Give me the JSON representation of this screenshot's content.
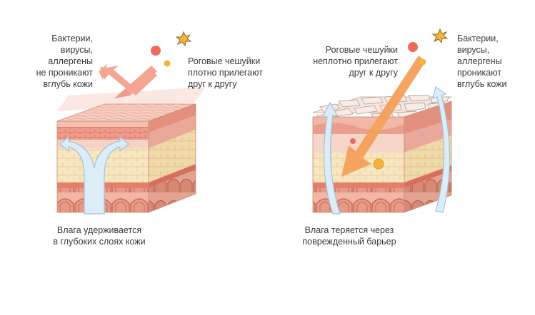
{
  "healthy": {
    "bacteria_label": [
      "Бактерии,",
      "вирусы,",
      "аллергены",
      "не проникают",
      "вглубь кожи"
    ],
    "scales_label": [
      "Роговые чешуйки",
      "плотно прилегают",
      "друг к другу"
    ],
    "moisture_label": [
      "Влага удерживается",
      "в глубоких слоях кожи"
    ]
  },
  "damaged": {
    "scales_label": [
      "Роговые чешуйки",
      "неплотно прилегают",
      "друг к другу"
    ],
    "bacteria_label": [
      "Бактерии,",
      "вирусы,",
      "аллергены",
      "проникают",
      "вглубь кожи"
    ],
    "moisture_label": [
      "Влага теряется через",
      "поврежденный барьер"
    ]
  },
  "icons": [
    "star-burst-icon",
    "red-dot-icon",
    "yellow-dot-icon"
  ],
  "colors": {
    "arrow_red": "#f2a08f",
    "arrow_orange": "#f2a25c",
    "moisture_blue": "#dbeef8",
    "skin_top": "#f0b7a8",
    "skin_red": "#e98f7f",
    "skin_mid": "#f6e4bd",
    "skin_base": "#d9826e"
  }
}
